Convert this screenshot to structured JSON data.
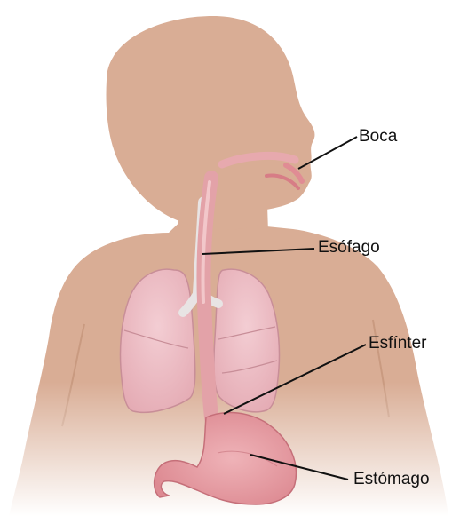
{
  "labels": {
    "mouth": "Boca",
    "esophagus": "Esófago",
    "sphincter": "Esfínter",
    "stomach": "Estómago"
  },
  "colors": {
    "skin": "#d9ad95",
    "skin_shadow": "#c99a80",
    "lung": "#ecbcc4",
    "lung_outline": "#c88e98",
    "esophagus": "#e3a2a8",
    "airway": "#ececec",
    "stomach": "#e89ea5",
    "leader_line": "#111111",
    "text": "#111111"
  }
}
